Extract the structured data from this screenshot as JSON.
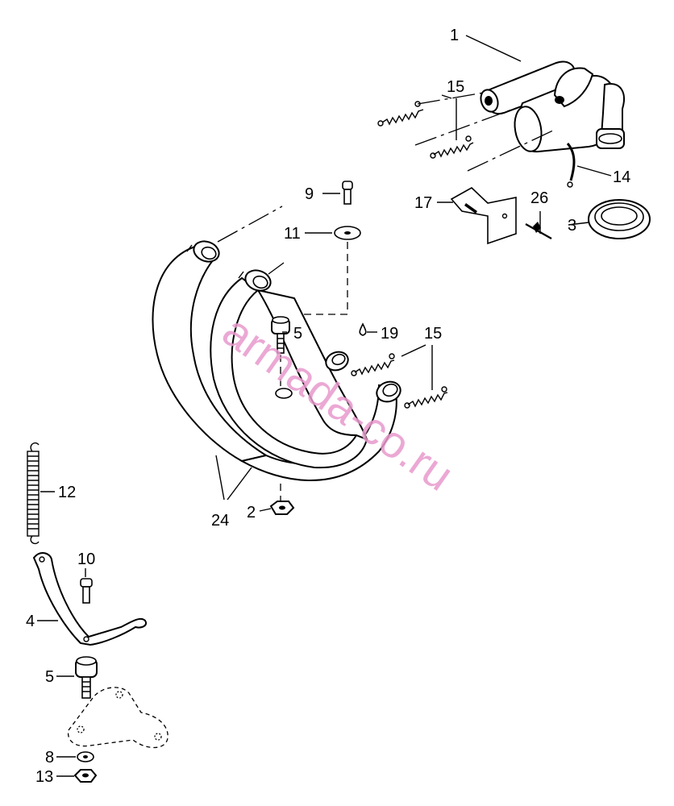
{
  "callouts": {
    "c1": "1",
    "c15a": "15",
    "c14": "14",
    "c17": "17",
    "c26": "26",
    "c3": "3",
    "c9": "9",
    "c11": "11",
    "c5a": "5",
    "c19": "19",
    "c15b": "15",
    "c24": "24",
    "c2": "2",
    "c12": "12",
    "c10": "10",
    "c4": "4",
    "c5b": "5",
    "c8": "8",
    "c13": "13"
  },
  "watermark": "armada-co.ru"
}
